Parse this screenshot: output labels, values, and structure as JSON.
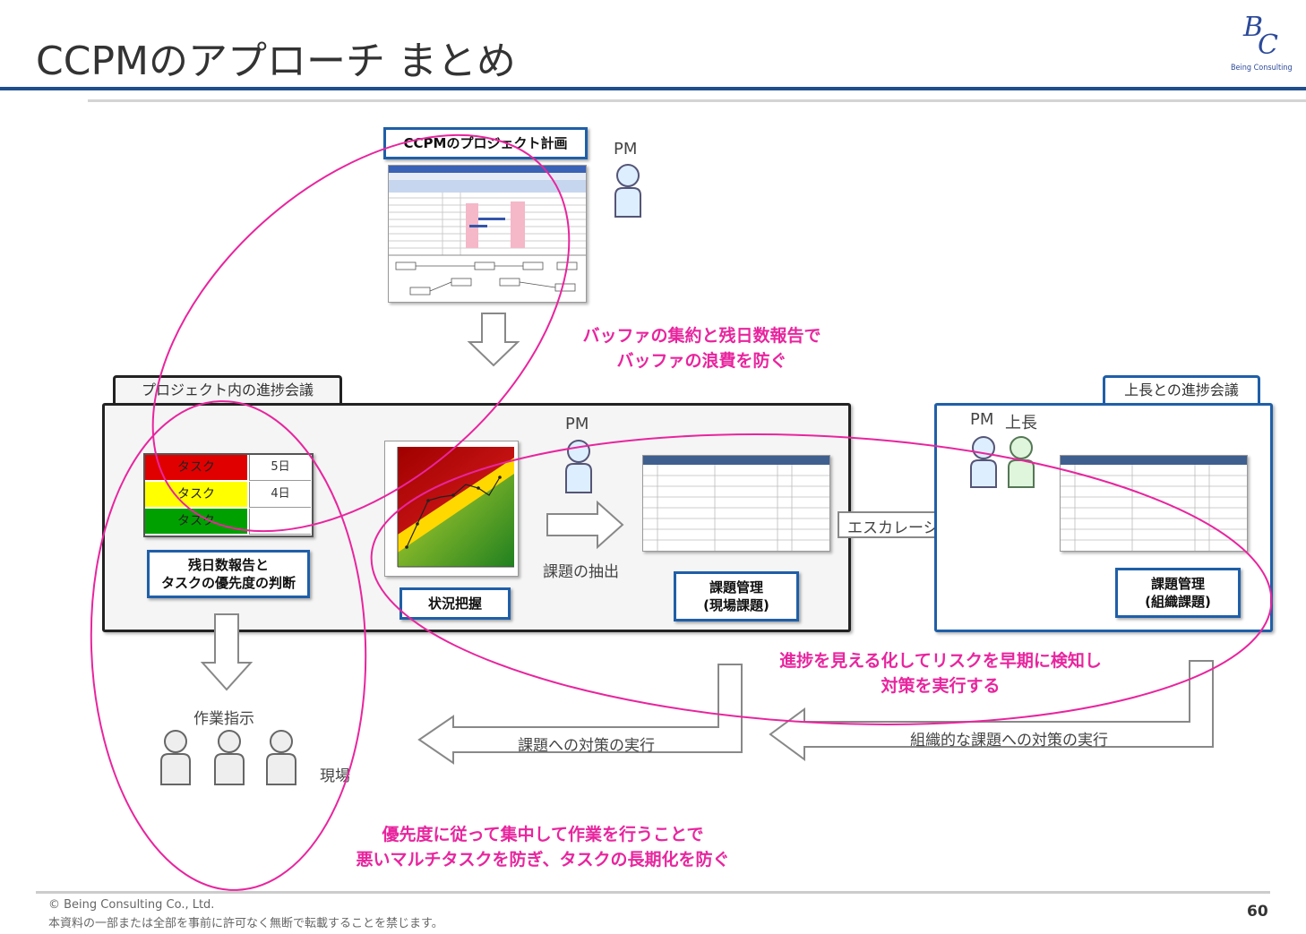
{
  "title": "CCPMのアプローチ まとめ",
  "logo": {
    "mark": "BC",
    "text": "Being Consulting"
  },
  "plan": {
    "label": "CCPMのプロジェクト計画",
    "pm_label": "PM"
  },
  "buffer_note": {
    "line1": "バッファの集約と残日数報告で",
    "line2": "バッファの浪費を防ぐ"
  },
  "project_meeting": {
    "tab_label": "プロジェクト内の進捗会議",
    "tasks": [
      {
        "name": "タスク",
        "days": "5日",
        "color": "#e00000"
      },
      {
        "name": "タスク",
        "days": "4日",
        "color": "#ffff00"
      },
      {
        "name": "タスク",
        "days": "",
        "color": "#00a000"
      }
    ],
    "judgement_label_line1": "残日数報告と",
    "judgement_label_line2": "タスクの優先度の判断",
    "status_label": "状況把握",
    "pm_label": "PM",
    "extract_label": "課題の抽出",
    "issue_mgmt_line1": "課題管理",
    "issue_mgmt_line2": "(現場課題)"
  },
  "escalation_label": "エスカレーション",
  "boss_meeting": {
    "tab_label": "上長との進捗会議",
    "pm_label": "PM",
    "boss_label": "上長",
    "issue_mgmt_line1": "課題管理",
    "issue_mgmt_line2": "(組織課題)"
  },
  "risk_note": {
    "line1": "進捗を見える化してリスクを早期に検知し",
    "line2": "対策を実行する"
  },
  "action_labels": {
    "field": "課題への対策の実行",
    "org": "組織的な課題への対策の実行"
  },
  "work": {
    "instruction_label": "作業指示",
    "site_label": "現場"
  },
  "focus_note": {
    "line1": "優先度に従って集中して作業を行うことで",
    "line2": "悪いマルチタスクを防ぎ、タスクの長期化を防ぐ"
  },
  "footer": {
    "copyright": "© Being Consulting Co., Ltd.",
    "notice": "本資料の一部または全部を事前に許可なく無断で転載することを禁じます。",
    "page": "60"
  },
  "colors": {
    "accent_blue": "#1f5fa8",
    "pink": "#e8259e"
  }
}
